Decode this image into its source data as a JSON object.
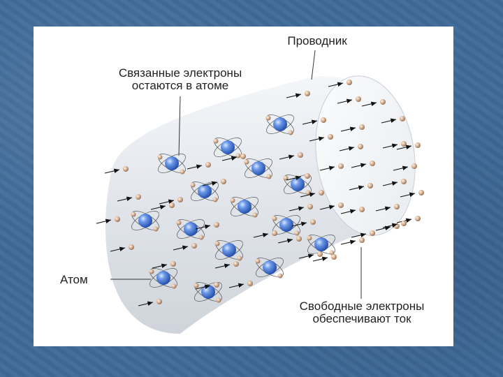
{
  "labels": {
    "conductor": "Проводник",
    "bound_line1": "Связанные электроны",
    "bound_line2": "остаются в атоме",
    "atom": "Атом",
    "free_line1": "Свободные электроны",
    "free_line2": "обеспечивают ток"
  },
  "colors": {
    "background": "#3f6a99",
    "cylinder": "#e6e9ee",
    "nucleus": "#3a6fd0",
    "electron": "#c9a58a"
  }
}
